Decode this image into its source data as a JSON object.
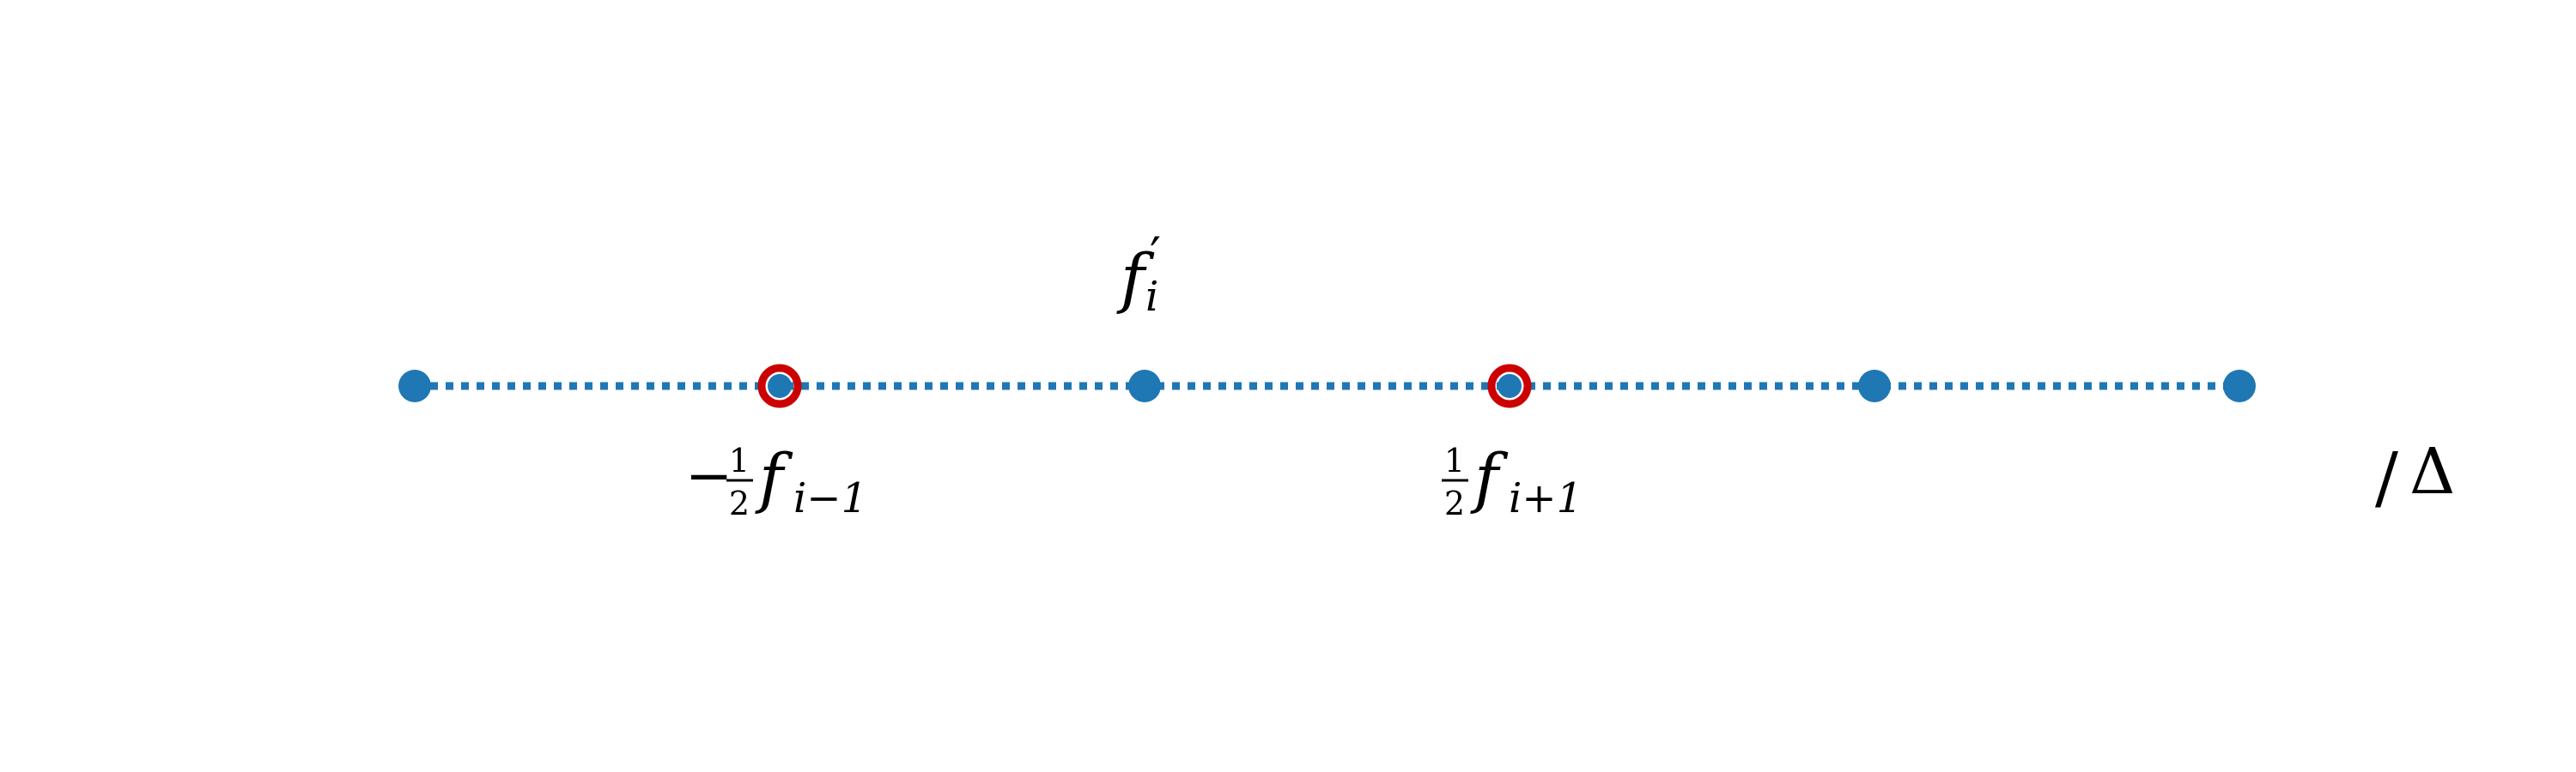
{
  "diagram": {
    "type": "finite-difference-stencil",
    "node_count": 6,
    "highlighted_nodes": [
      1,
      3
    ],
    "node_color": "#1f77b4",
    "highlight_ring_color": "#cc0000",
    "line_color": "#1f77b4",
    "line_style": "dotted"
  },
  "labels": {
    "center": {
      "base": "f",
      "prime": "′",
      "subscript": "i"
    },
    "left": {
      "sign": "−",
      "fraction_numerator": "1",
      "fraction_denominator": "2",
      "base": "f",
      "subscript": "i−1"
    },
    "right": {
      "fraction_numerator": "1",
      "fraction_denominator": "2",
      "base": "f",
      "subscript": "i+1"
    },
    "divisor": {
      "slash": "/",
      "symbol": "Δ"
    }
  }
}
